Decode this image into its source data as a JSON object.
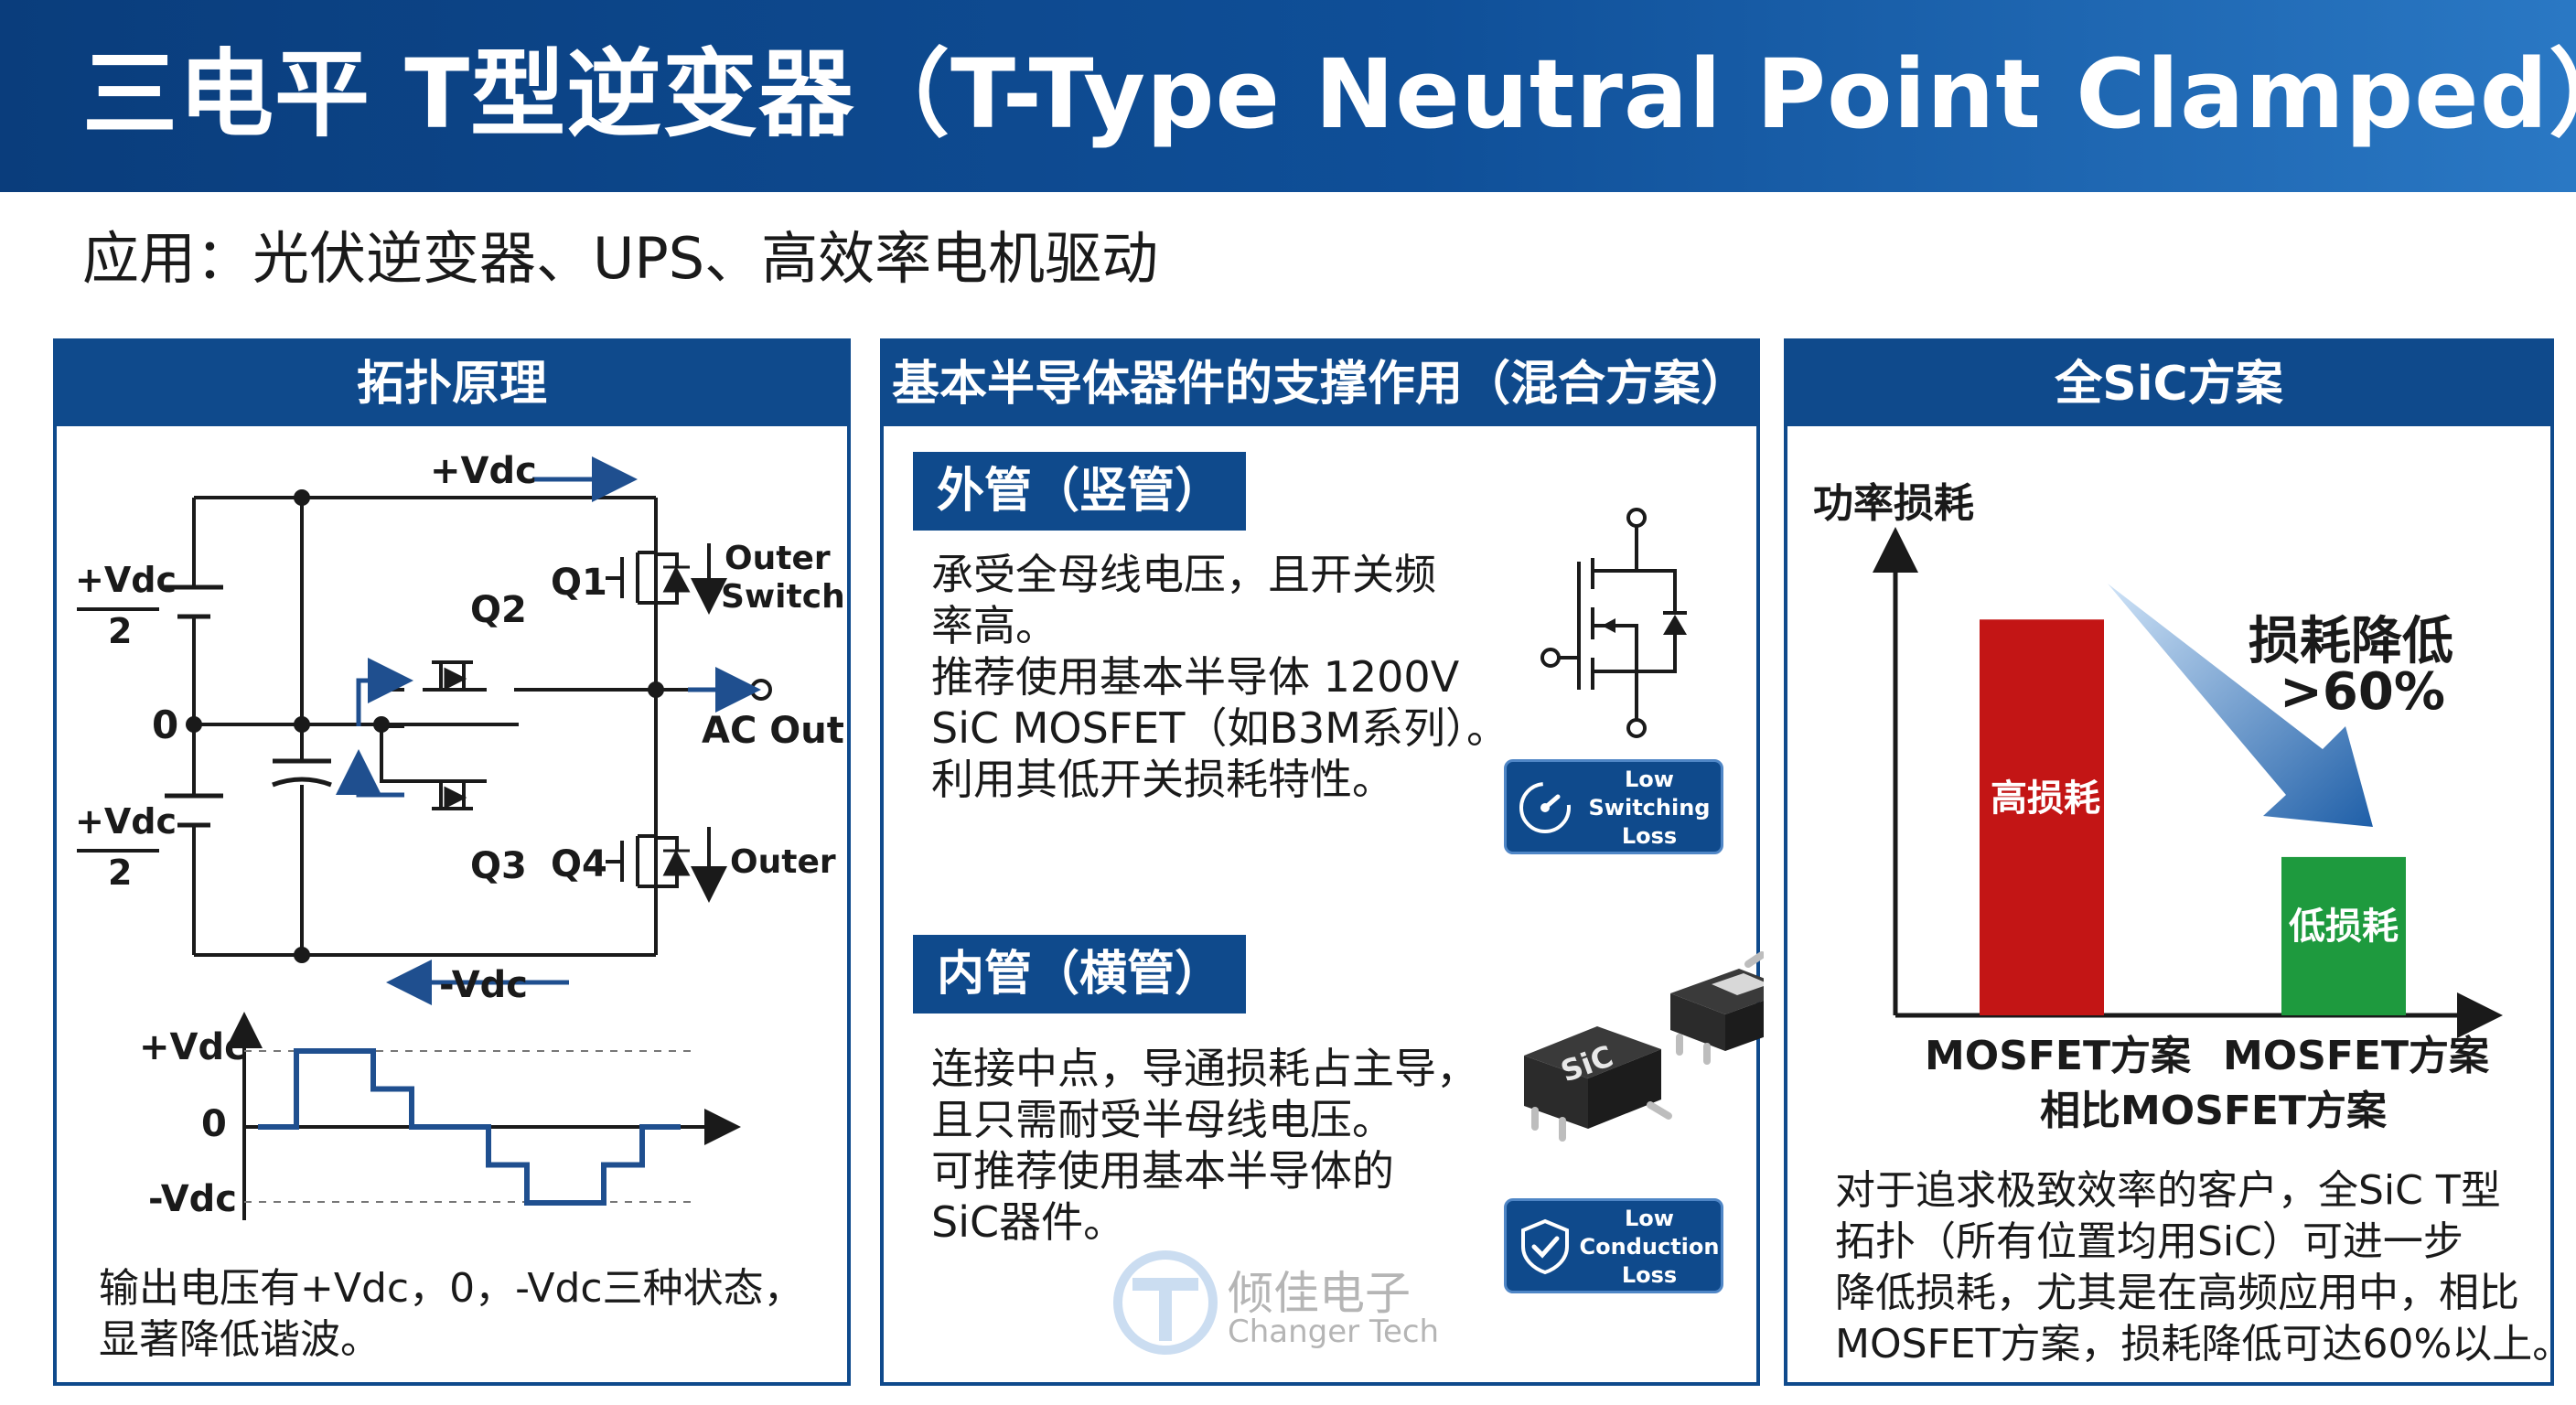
{
  "header": {
    "title": "三电平 T型逆变器（T-Type Neutral Point Clamped）"
  },
  "application": "应用：光伏逆变器、UPS、高效率电机驱动",
  "panel_topology": {
    "heading": "拓扑原理",
    "labels": {
      "vdc_pos": "+Vdc",
      "vdc_neg": "-Vdc",
      "half_top_num": "+Vdc",
      "half_top_den": "2",
      "zero": "0",
      "half_bot_num": "+Vdc",
      "half_bot_den": "2",
      "q1": "Q1",
      "q2": "Q2",
      "q3": "Q3",
      "q4": "Q4",
      "outer_switch_1": "Outer",
      "outer_switch_2": "Switch",
      "outer_bottom": "Outer",
      "ac_out": "AC Out"
    },
    "waveform": {
      "y_pos": "+Vdc",
      "y_zero": "0",
      "y_neg": "-Vdc",
      "levels": [
        0,
        1,
        1,
        0.5,
        0,
        0,
        -0.5,
        -1,
        -1,
        -0.5,
        0
      ]
    },
    "caption_line1": "输出电压有+Vdc，0，-Vdc三种状态，",
    "caption_line2": "显著降低谐波。"
  },
  "panel_hybrid": {
    "heading": "基本半导体器件的支撑作用（混合方案）",
    "outer": {
      "tag": "外管（竖管）",
      "lines": [
        "承受全母线电压，且开关频",
        "率高。",
        "推荐使用基本半导体 1200V",
        "SiC MOSFET（如B3M系列）。",
        "利用其低开关损耗特性。"
      ],
      "badge": "Low Switching Loss"
    },
    "inner": {
      "tag": "内管（横管）",
      "lines": [
        "连接中点，导通损耗占主导，",
        "且只需耐受半母线电压。",
        "可推荐使用基本半导体的",
        "SiC器件。"
      ],
      "chip_label": "SiC",
      "badge": "Low Conduction Loss"
    },
    "watermark": {
      "cn": "倾佳电子",
      "en": "Changer Tech"
    }
  },
  "panel_allsic": {
    "heading": "全SiC方案",
    "chart_data": {
      "type": "bar",
      "ylabel": "功率损耗",
      "categories": [
        "MOSFET方案",
        "MOSFET方案"
      ],
      "values": [
        100,
        40
      ],
      "bar_labels": [
        "高损耗",
        "低损耗"
      ],
      "bar_colors": [
        "#c31515",
        "#1e9a3e"
      ],
      "group_label": "相比MOSFET方案",
      "annotation_line1": "损耗降低",
      "annotation_line2": ">60%",
      "ylim": [
        0,
        110
      ]
    },
    "description": [
      "对于追求极致效率的客户，全SiC T型",
      "拓扑（所有位置均用SiC）可进一步",
      "降低损耗，尤其是在高频应用中，相比",
      "MOSFET方案，损耗降低可达60%以上。"
    ]
  },
  "colors": {
    "brand": "#0f4a8c",
    "high_loss": "#c31515",
    "low_loss": "#1e9a3e"
  }
}
